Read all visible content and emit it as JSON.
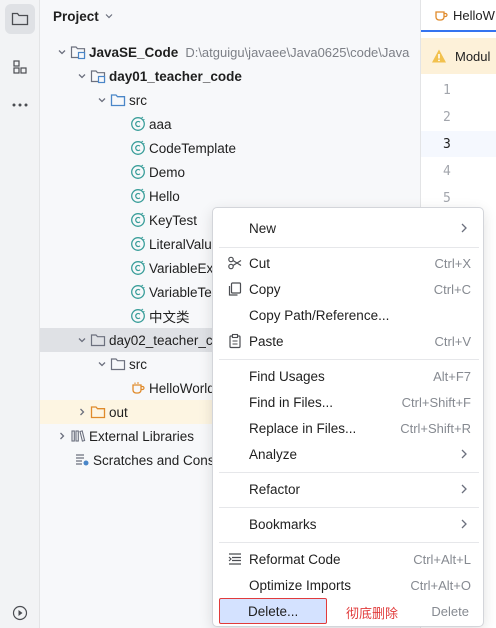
{
  "panel": {
    "title": "Project"
  },
  "tree": {
    "root_label": "JavaSE_Code",
    "root_path": "D:\\atguigu\\javaee\\Java0625\\code\\Java",
    "module1_label": "day01_teacher_code",
    "src1_label": "src",
    "classes1": [
      "aaa",
      "CodeTemplate",
      "Demo",
      "Hello",
      "KeyTest",
      "LiteralValu",
      "VariableEx",
      "VariableTe",
      "中文类"
    ],
    "module2_label": "day02_teacher_c",
    "src2_label": "src",
    "hello_world_label": "HelloWorld",
    "out_label": "out",
    "external_libraries_label": "External Libraries",
    "scratches_label": "Scratches and Cons"
  },
  "editor": {
    "tab_label": "HelloW",
    "banner_text": "Modul",
    "line_numbers": [
      "1",
      "2",
      "3",
      "4",
      "5"
    ]
  },
  "menu": {
    "new": {
      "label": "New"
    },
    "cut": {
      "label": "Cut",
      "shortcut": "Ctrl+X"
    },
    "copy": {
      "label": "Copy",
      "shortcut": "Ctrl+C"
    },
    "copy_path": {
      "label": "Copy Path/Reference..."
    },
    "paste": {
      "label": "Paste",
      "shortcut": "Ctrl+V"
    },
    "find_usages": {
      "label": "Find Usages",
      "shortcut": "Alt+F7"
    },
    "find_in_files": {
      "label": "Find in Files...",
      "shortcut": "Ctrl+Shift+F"
    },
    "replace_in_files": {
      "label": "Replace in Files...",
      "shortcut": "Ctrl+Shift+R"
    },
    "analyze": {
      "label": "Analyze"
    },
    "refactor": {
      "label": "Refactor"
    },
    "bookmarks": {
      "label": "Bookmarks"
    },
    "reformat": {
      "label": "Reformat Code",
      "shortcut": "Ctrl+Alt+L"
    },
    "optimize": {
      "label": "Optimize Imports",
      "shortcut": "Ctrl+Alt+O"
    },
    "delete": {
      "label": "Delete...",
      "note": "彻底删除",
      "shortcut": "Delete"
    }
  },
  "colors": {
    "accent": "#3574f0",
    "selection": "#d4e2ff",
    "annotation_red": "#e13b3b",
    "folder_blue": "#4a86c8",
    "java_class_teal": "#3a9e9a",
    "out_folder_orange": "#e08a2a"
  }
}
